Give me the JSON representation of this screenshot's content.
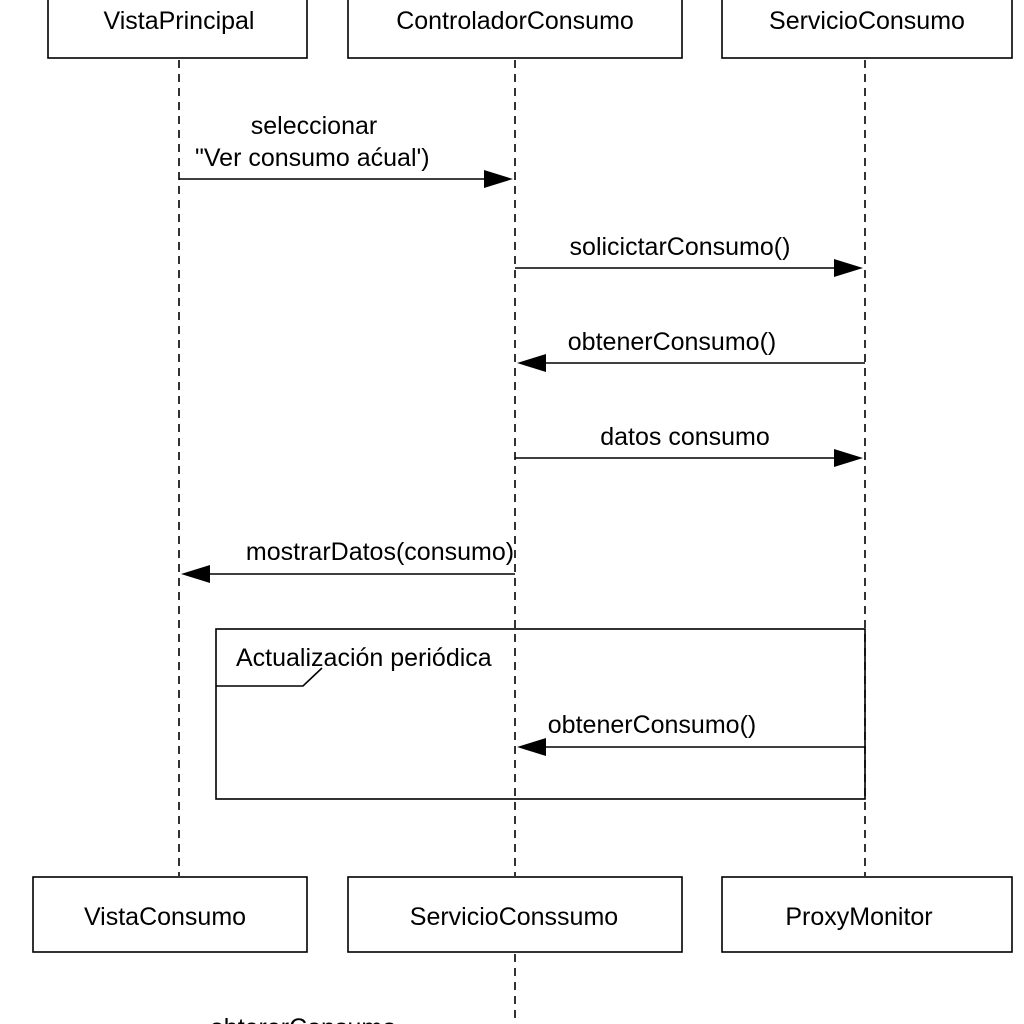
{
  "participants_top": [
    "VistaPrincipal",
    "ControladorConsumo",
    "ServicioConsumo"
  ],
  "participants_bottom": [
    "VistaConsumo",
    "ServicioConssumo",
    "ProxyMonitor"
  ],
  "messages": {
    "m1_line1": "seleccionar",
    "m1_line2": "\"Ver consumo aćual')",
    "m2": "solicictarConsumo()",
    "m3": "obtenerConsumo()",
    "m4": "datos consumo",
    "m5": "mostrarDatos(consumo)",
    "m6": "obtenerConsumo()",
    "m7": "obtererConsumo"
  },
  "fragment": {
    "label": "Actualización periódica"
  }
}
